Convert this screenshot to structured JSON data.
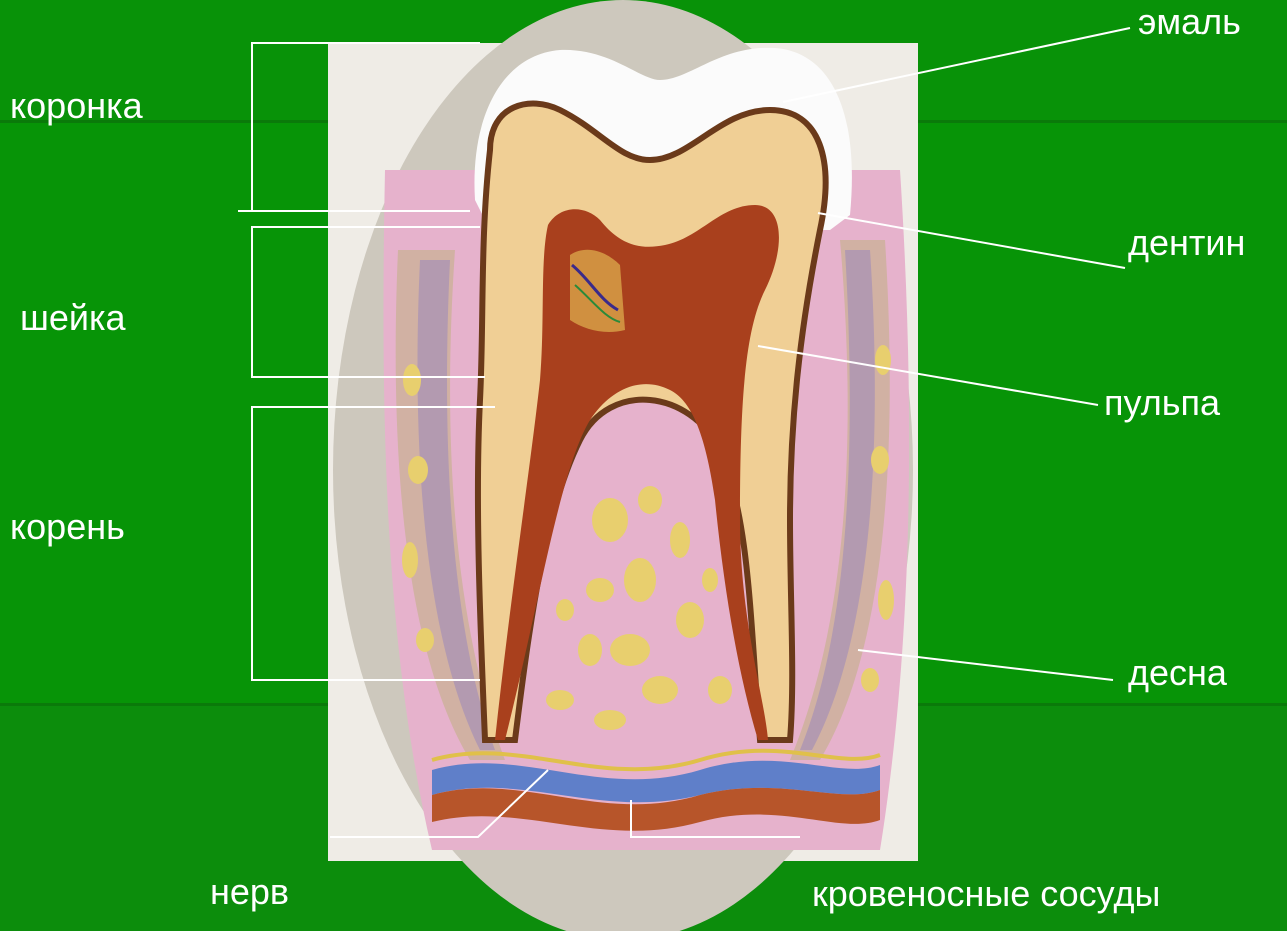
{
  "left_labels": {
    "crown": "коронка",
    "neck": "шейка",
    "root": "корень"
  },
  "right_labels": {
    "enamel": "эмаль",
    "dentin": "дентин",
    "pulp": "пульпа",
    "gum": "десна"
  },
  "bottom_labels": {
    "nerve": "нерв",
    "vessels": "кровеносные сосуды"
  },
  "colors": {
    "background": "#0f8f0f",
    "label_text": "#ffffff",
    "leader_line": "#ffffff"
  }
}
